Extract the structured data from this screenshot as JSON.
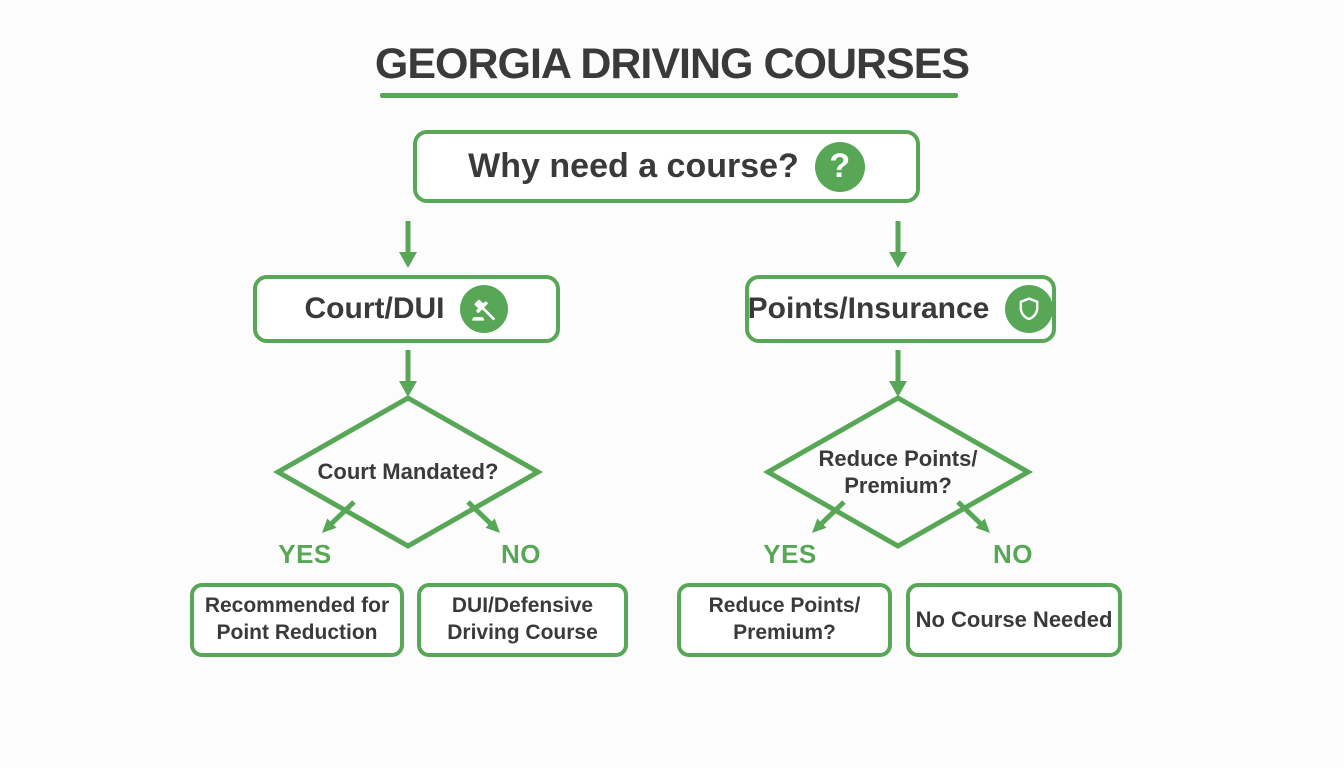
{
  "colors": {
    "accent_green": "#57a757",
    "text_dark": "#3a3a3a",
    "background": "#fcfcfc"
  },
  "title": "GEORGIA DRIVING COURSES",
  "root": {
    "label": "Why need a course?",
    "icon_glyph": "?"
  },
  "left_branch": {
    "node_label": "Court/DUI",
    "decision_line1": "Court Mandated?",
    "decision_line2": "",
    "yes_label": "YES",
    "no_label": "NO",
    "yes_outcome_line1": "Recommended for",
    "yes_outcome_line2": "Point Reduction",
    "no_outcome_line1": "DUI/Defensive",
    "no_outcome_line2": "Driving Course"
  },
  "right_branch": {
    "node_label": "Points/Insurance",
    "decision_line1": "Reduce Points/",
    "decision_line2": "Premium?",
    "yes_label": "YES",
    "no_label": "NO",
    "yes_outcome_line1": "Reduce Points/",
    "yes_outcome_line2": "Premium?",
    "no_outcome_line1": "No Course Needed",
    "no_outcome_line2": ""
  }
}
